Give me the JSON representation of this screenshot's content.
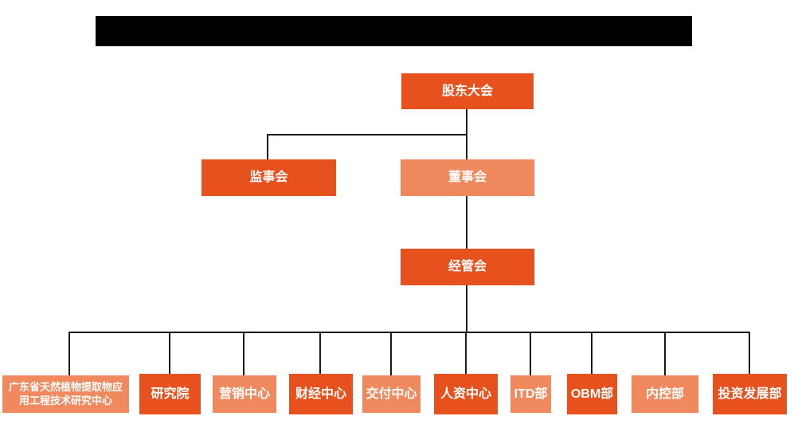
{
  "colors": {
    "primary": "#e7511d",
    "secondary": "#f08a5e",
    "connector": "#1a1a1a",
    "redacted": "#000000",
    "text": "#ffffff"
  },
  "org_chart": {
    "root": {
      "label": "股东大会",
      "variant": "primary"
    },
    "level2": [
      {
        "label": "监事会",
        "variant": "primary"
      },
      {
        "label": "董事会",
        "variant": "secondary"
      }
    ],
    "level3": {
      "label": "经管会",
      "variant": "primary"
    },
    "departments": [
      {
        "label": "广东省天然植物提取物应用工程技术研究中心",
        "variant": "secondary"
      },
      {
        "label": "研究院",
        "variant": "primary"
      },
      {
        "label": "营销中心",
        "variant": "secondary"
      },
      {
        "label": "财经中心",
        "variant": "primary"
      },
      {
        "label": "交付中心",
        "variant": "secondary"
      },
      {
        "label": "人资中心",
        "variant": "primary"
      },
      {
        "label": "ITD部",
        "variant": "secondary"
      },
      {
        "label": "OBM部",
        "variant": "primary"
      },
      {
        "label": "内控部",
        "variant": "secondary"
      },
      {
        "label": "投资发展部",
        "variant": "primary"
      }
    ]
  }
}
